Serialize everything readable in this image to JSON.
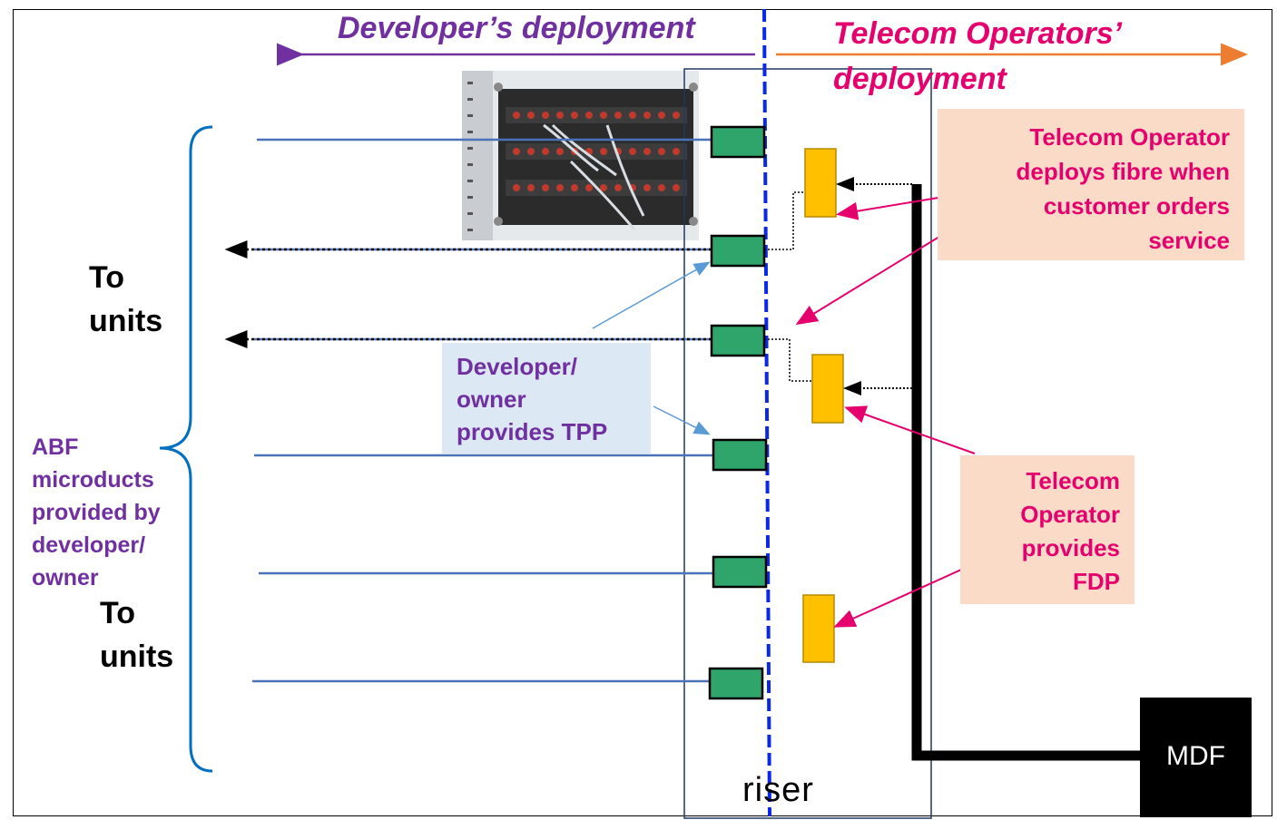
{
  "header": {
    "developer_deployment": "Developer’s deployment",
    "telecom_deployment": "Telecom Operators’\ndeployment"
  },
  "labels": {
    "to_units_top": "To\nunits",
    "to_units_bottom": "To\nunits",
    "abf_microducts": "ABF\nmicroducts\nprovided by\ndeveloper/\nowner",
    "developer_tpp": "Developer/\nowner\nprovides TPP",
    "telecom_fibre": "Telecom Operator\ndeploys fibre when\ncustomer orders\nservice",
    "telecom_fdp": "Telecom\nOperator\nprovides\nFDP",
    "riser": "riser",
    "mdf": "MDF"
  },
  "colors": {
    "developer_purple": "#7030a0",
    "telecom_magenta": "#e6006e",
    "callout_peach": "#fadbc8",
    "callout_blue": "#dce9f5",
    "tpp_green": "#2fa56b",
    "fdp_yellow": "#ffc000",
    "divider_blue": "#0a28e6",
    "microduct_blue": "#4a72b8",
    "brace_blue": "#0070c0",
    "arrow_orange": "#ed7d31"
  },
  "icons": {
    "photo": "patch-panel-photo"
  }
}
